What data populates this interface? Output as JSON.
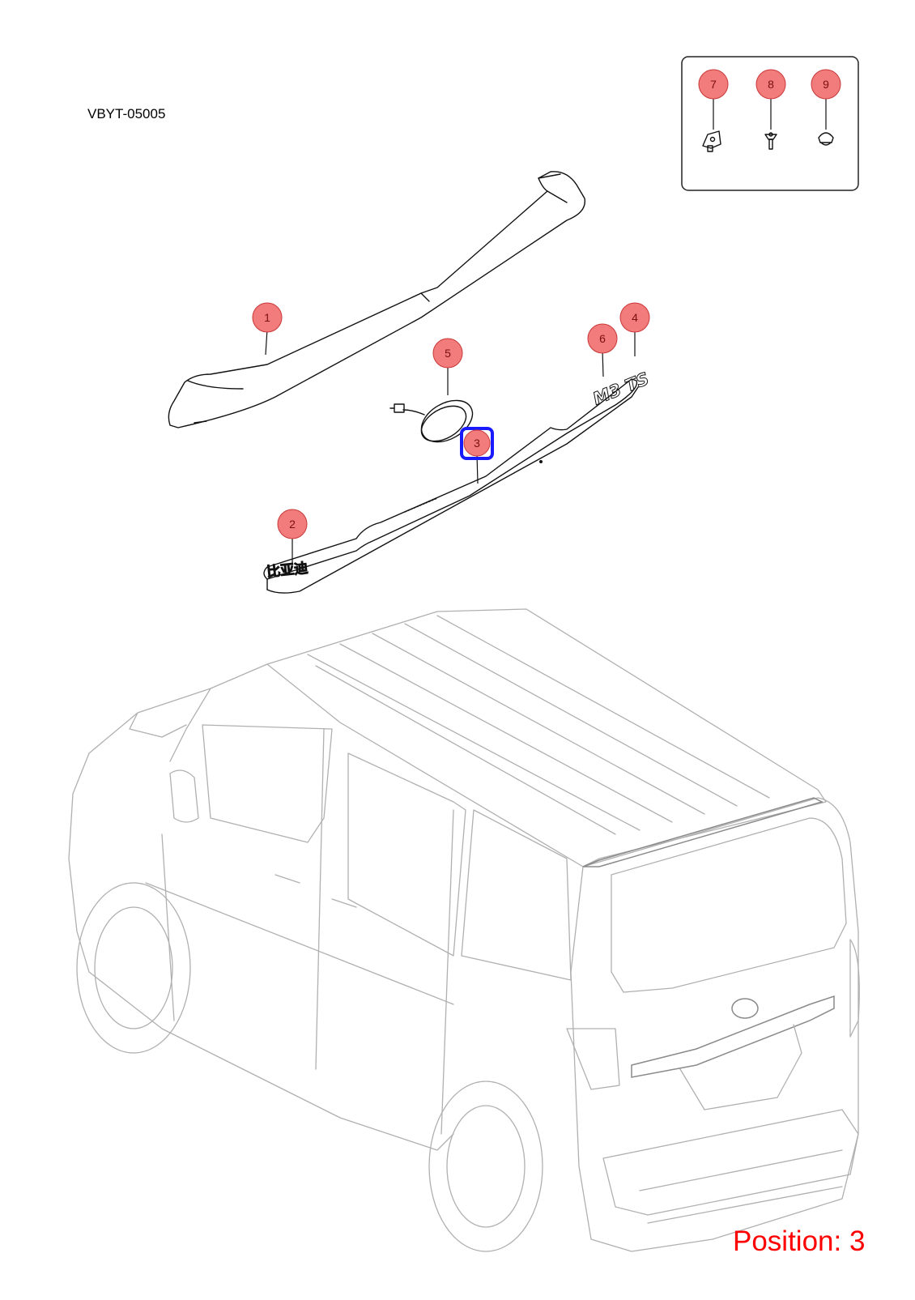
{
  "diagram_code": "VBYT-05005",
  "position_label": "Position: 3",
  "selected_callout": "3",
  "colors": {
    "callout_fill": "#f27b7b",
    "callout_stroke": "#c83838",
    "selected_outline": "#1a1aff",
    "position_text": "#ff0000",
    "vehicle_lines": "#b0b0b0"
  },
  "callouts": [
    {
      "id": "c1",
      "label": "1"
    },
    {
      "id": "c2",
      "label": "2"
    },
    {
      "id": "c3",
      "label": "3"
    },
    {
      "id": "c4",
      "label": "4"
    },
    {
      "id": "c5",
      "label": "5"
    },
    {
      "id": "c6",
      "label": "6"
    },
    {
      "id": "c7",
      "label": "7"
    },
    {
      "id": "c8",
      "label": "8"
    },
    {
      "id": "c9",
      "label": "9"
    }
  ],
  "emblem_text": {
    "badge": "比亚迪",
    "model": "M3 TS"
  }
}
